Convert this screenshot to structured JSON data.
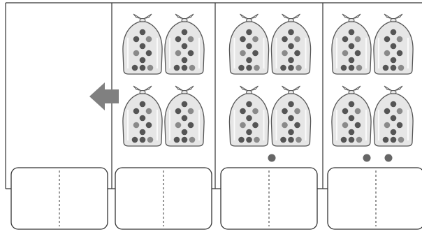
{
  "worksheet": {
    "panels": [
      {
        "name": "panel-empty",
        "bags": 0,
        "loose_dots": 0
      },
      {
        "name": "panel-4-bags",
        "bags": 4,
        "loose_dots": 0
      },
      {
        "name": "panel-4-bags-1-dot",
        "bags": 4,
        "loose_dots": 1
      },
      {
        "name": "panel-4-bags-2-dots",
        "bags": 4,
        "loose_dots": 2
      }
    ],
    "dots_per_bag": 10,
    "arrow_direction": "left",
    "answer_boxes": [
      {
        "name": "answer-box-1",
        "left": "",
        "right": ""
      },
      {
        "name": "answer-box-2",
        "left": "",
        "right": ""
      },
      {
        "name": "answer-box-3",
        "left": "",
        "right": ""
      },
      {
        "name": "answer-box-4",
        "left": "",
        "right": ""
      }
    ],
    "colors": {
      "line": "#333333",
      "bag_fill": "#e6e6e6",
      "bag_stroke": "#555555",
      "dot_dark": "#555555",
      "dot_mid": "#8a8a8a",
      "arrow": "#808080",
      "loose_dot": "#666666"
    }
  }
}
